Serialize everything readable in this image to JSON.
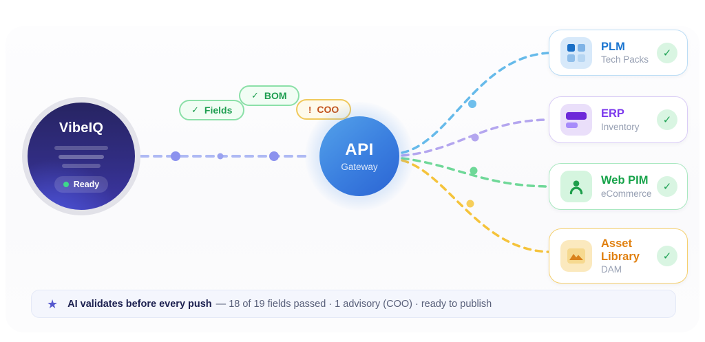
{
  "source_node": {
    "title": "VibeIQ",
    "status_label": "Ready",
    "status_dot_color": "#3DD98A"
  },
  "gateway_node": {
    "title": "API",
    "subtitle": "Gateway"
  },
  "badges": [
    {
      "icon": "check-icon",
      "icon_char": "✓",
      "label": "Fields",
      "type": "success"
    },
    {
      "icon": "check-icon",
      "icon_char": "✓",
      "label": "BOM",
      "type": "success"
    },
    {
      "icon": "exclamation-icon",
      "icon_char": "!",
      "label": "COO",
      "type": "warning"
    }
  ],
  "destinations": [
    {
      "name": "PLM",
      "subtitle": "Tech Packs",
      "accent": "#1B75D0",
      "icon": "grid-icon",
      "status_icon": "✓",
      "wire_color": "#66BAEA"
    },
    {
      "name": "ERP",
      "subtitle": "Inventory",
      "accent": "#7C3AED",
      "icon": "bars-icon",
      "status_icon": "✓",
      "wire_color": "#B4A6EF"
    },
    {
      "name": "Web PIM",
      "subtitle": "eCommerce",
      "accent": "#17A34A",
      "icon": "person-icon",
      "status_icon": "✓",
      "wire_color": "#6FD898"
    },
    {
      "name": "Asset Library",
      "subtitle": "DAM",
      "accent": "#E07F0E",
      "icon": "image-icon",
      "status_icon": "✓",
      "wire_color": "#F5C33B"
    }
  ],
  "footer": {
    "star_icon": "★",
    "bold_text": "AI validates before every push",
    "detail_text": "— 18 of 19 fields passed · 1 advisory (COO) · ready to publish"
  },
  "colors": {
    "source_gradient_top": "#272462",
    "source_gradient_bottom": "#3D37A6",
    "gateway_gradient_start": "#54A2EA",
    "gateway_gradient_end": "#2B64D3",
    "left_wire": "#AEB9F4",
    "left_wire_dots": "#8C92EE",
    "success_badge_border": "#8BE0A8",
    "warning_badge_border": "#F0C95C",
    "check_circle_bg": "#D9F5E2",
    "check_circle_fg": "#1FA355"
  }
}
